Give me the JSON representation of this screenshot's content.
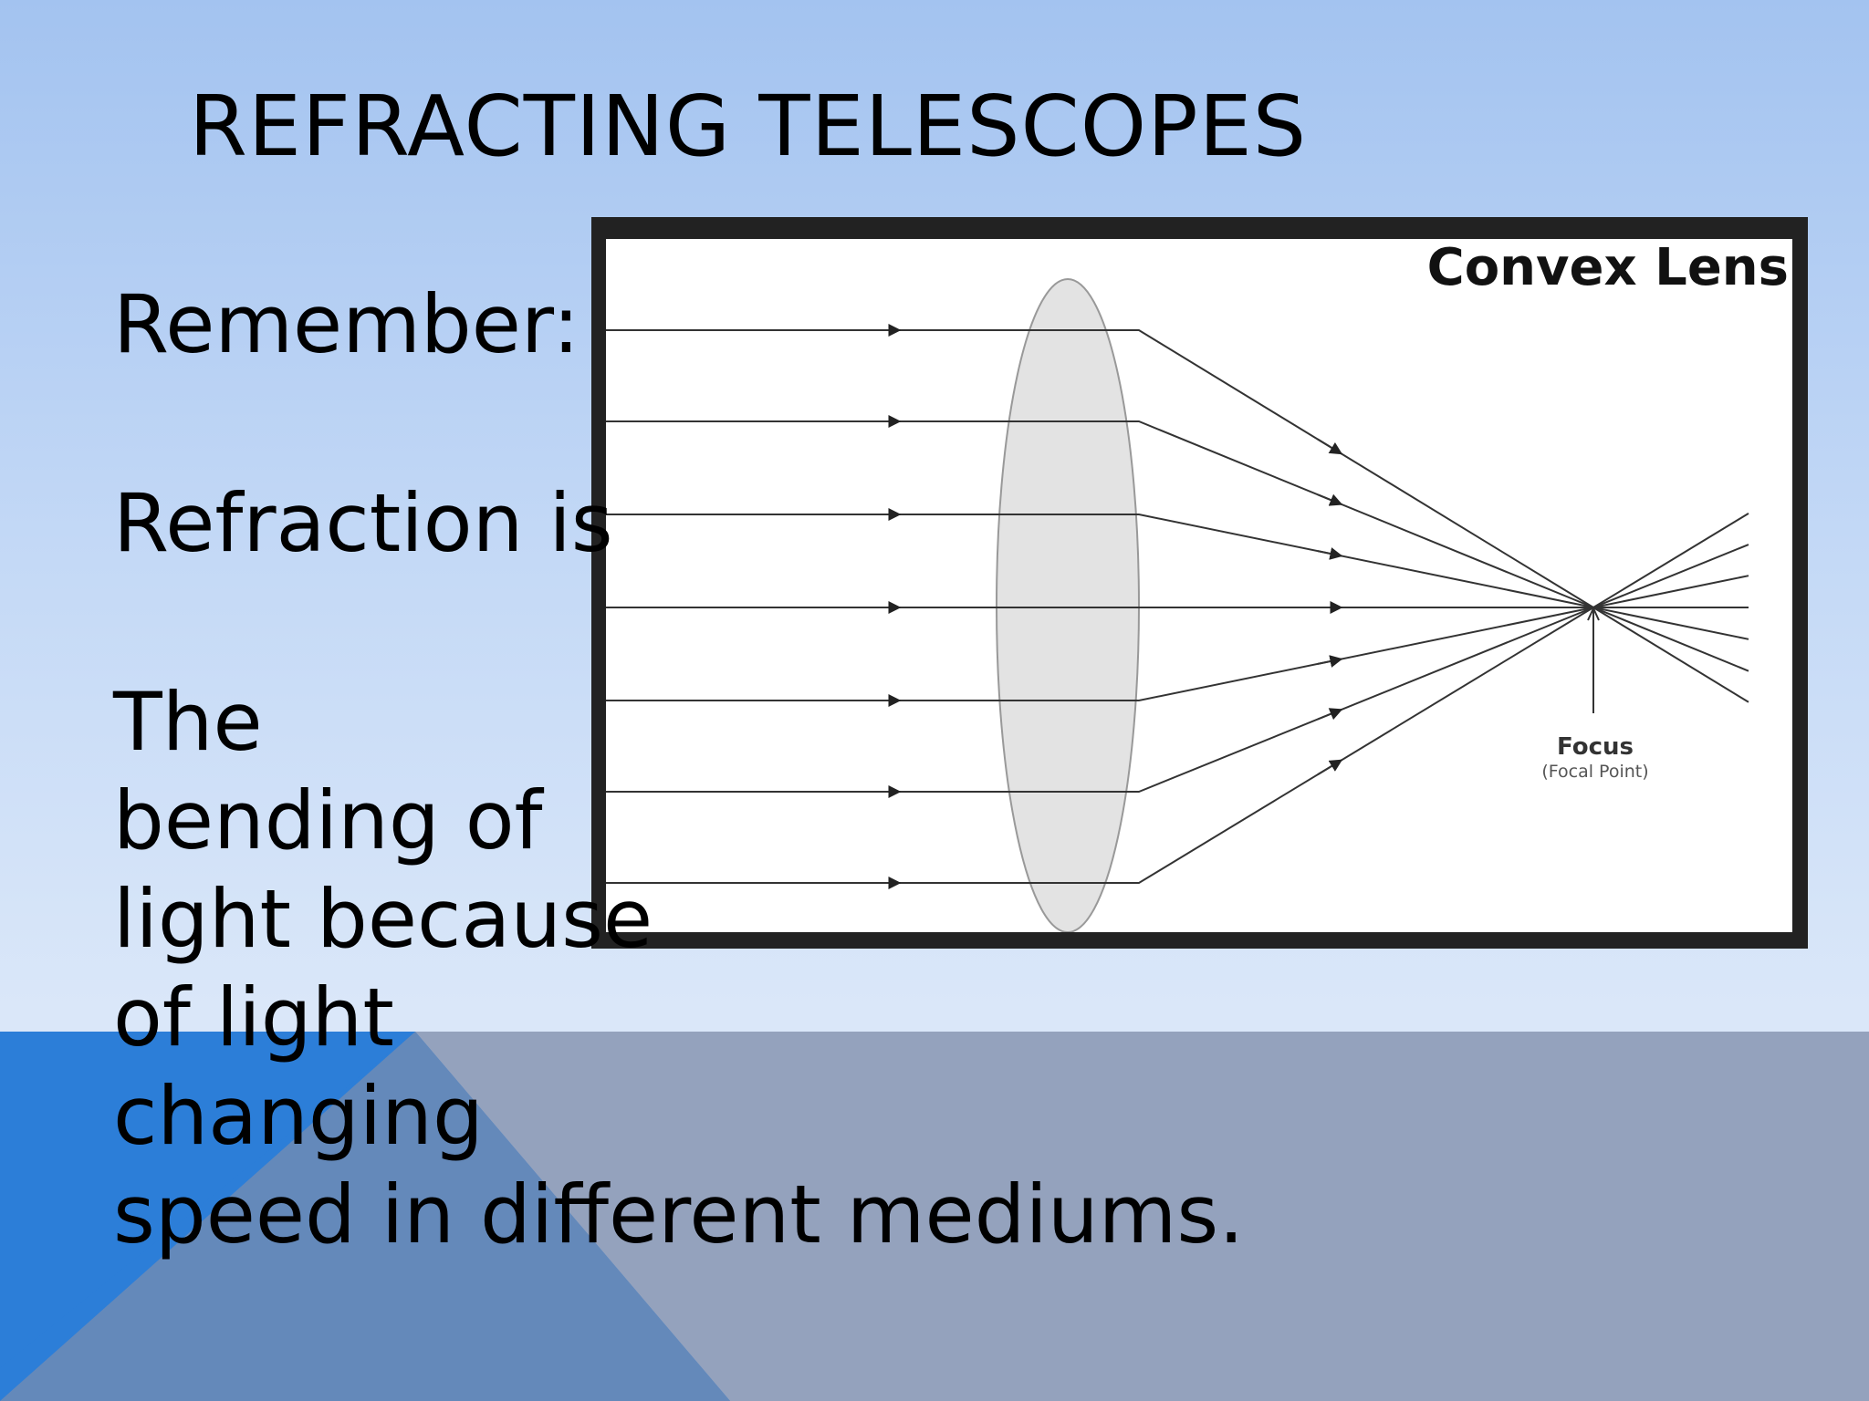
{
  "title": "REFRACTING TELESCOPES",
  "body": {
    "line1": "Remember:",
    "line2": "Refraction is",
    "line3": "The",
    "line4": "bending of",
    "line5": "light because",
    "line6": "of light",
    "line7": "changing",
    "line8": "speed in different mediums."
  },
  "figure": {
    "heading": "Convex Lens",
    "focus_label": "Focus",
    "focus_sublabel": "(Focal Point)"
  },
  "colors": {
    "background_top": "#a3c3f0",
    "background_bottom": "#dae7f9",
    "band": "#94a2bd",
    "triangle": "#2c7ed8",
    "lens_fill": "#e3e3e3"
  }
}
